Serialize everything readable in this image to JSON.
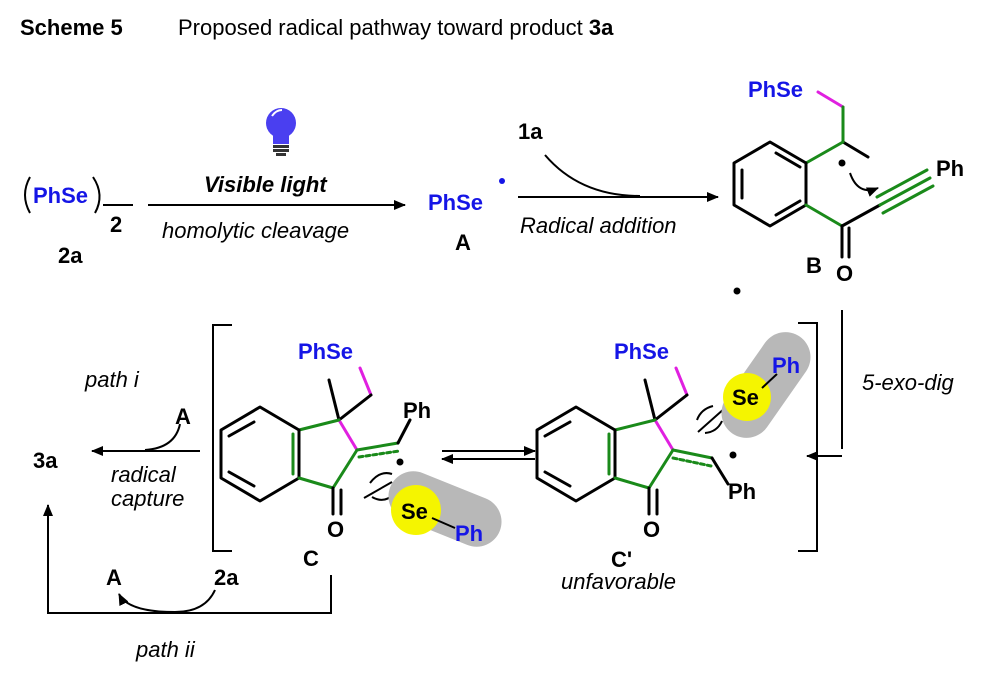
{
  "caption": {
    "label": "Scheme 5",
    "text": "Proposed radical pathway toward product ",
    "product": "3a"
  },
  "reagents": {
    "phse": "PhSe",
    "subscript": "2",
    "code_2a": "2a",
    "label_A": "A",
    "label_1a": "1a"
  },
  "arrows": {
    "step1_top": "Visible light",
    "step1_bottom": "homolytic cleavage",
    "step2": "Radical addition",
    "cyclization": "5-exo-dig",
    "radical_capture_1": "radical",
    "radical_capture_2": "capture"
  },
  "intermediates": {
    "B": {
      "label": "B",
      "ph": "Ph",
      "o": "O",
      "phse": "PhSe"
    },
    "C": {
      "label": "C",
      "ph": "Ph",
      "o": "O",
      "phse": "PhSe",
      "se": "Se",
      "ph2": "Ph"
    },
    "C_prime": {
      "label": "C'",
      "note": "unfavorable",
      "ph": "Ph",
      "o": "O",
      "phse": "PhSe",
      "se": "Se",
      "ph2": "Ph"
    }
  },
  "paths": {
    "path_i": "path i",
    "path_ii": "path ii",
    "A": "A",
    "A2": "A",
    "reagent_2a": "2a",
    "product": "3a"
  },
  "colors": {
    "phse_text": "#1515e6",
    "new_bonds": "#1a8a1a",
    "se_c_bond": "#e020e0",
    "se_sphere": "#f5f500",
    "steric_tube": "#b8b8b8",
    "bulb": "#4a3ff0"
  }
}
